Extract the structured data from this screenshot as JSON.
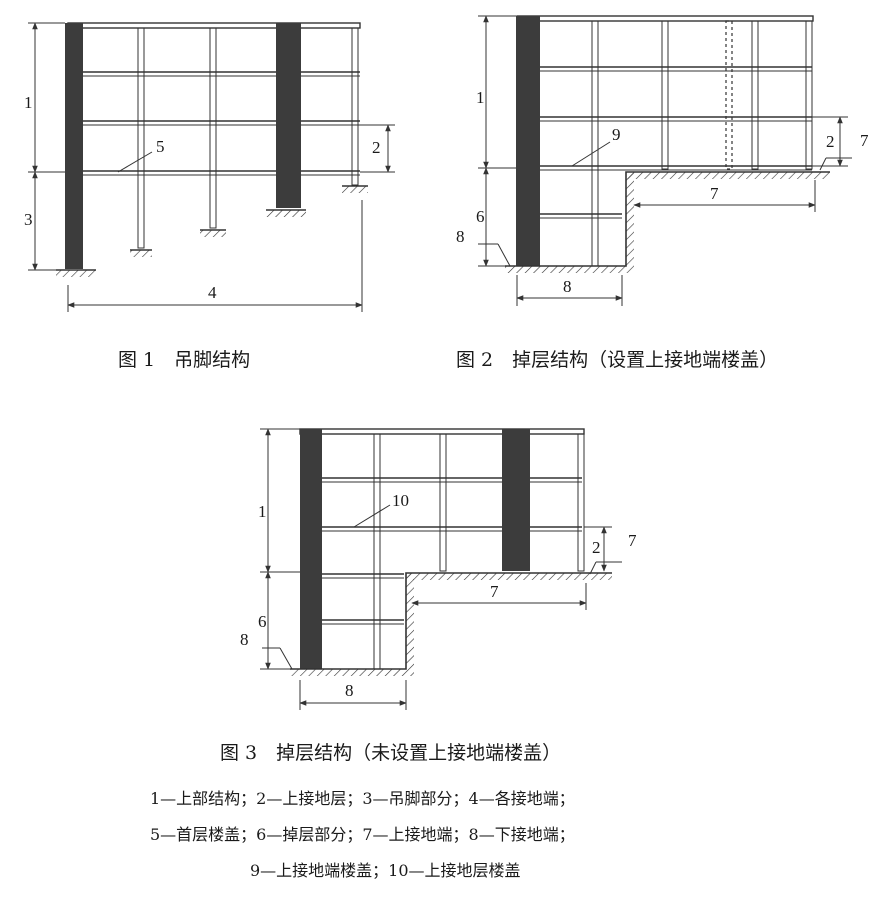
{
  "figure1": {
    "caption": "图 1　吊脚结构",
    "labels": {
      "l1": "1",
      "l2": "2",
      "l3": "3",
      "l4": "4",
      "l5": "5"
    }
  },
  "figure2": {
    "caption": "图 2　掉层结构（设置上接地端楼盖）",
    "labels": {
      "l1": "1",
      "l2": "2",
      "l6": "6",
      "l7": "7",
      "l8a": "8",
      "l8b": "8",
      "l9": "9"
    }
  },
  "figure3": {
    "caption": "图 3　掉层结构（未设置上接地端楼盖）",
    "labels": {
      "l1": "1",
      "l2": "2",
      "l6": "6",
      "l7a": "7",
      "l7b": "7",
      "l8a": "8",
      "l8b": "8",
      "l10": "10"
    }
  },
  "legend": {
    "line1": "1—上部结构；2—上接地层；3—吊脚部分；4—各接地端；",
    "line2": "5—首层楼盖；6—掉层部分；7—上接地端；8—下接地端；",
    "line3": "9—上接地端楼盖；10—上接地层楼盖"
  },
  "colors": {
    "column_dark": "#3c3c3c",
    "line": "#333333"
  }
}
